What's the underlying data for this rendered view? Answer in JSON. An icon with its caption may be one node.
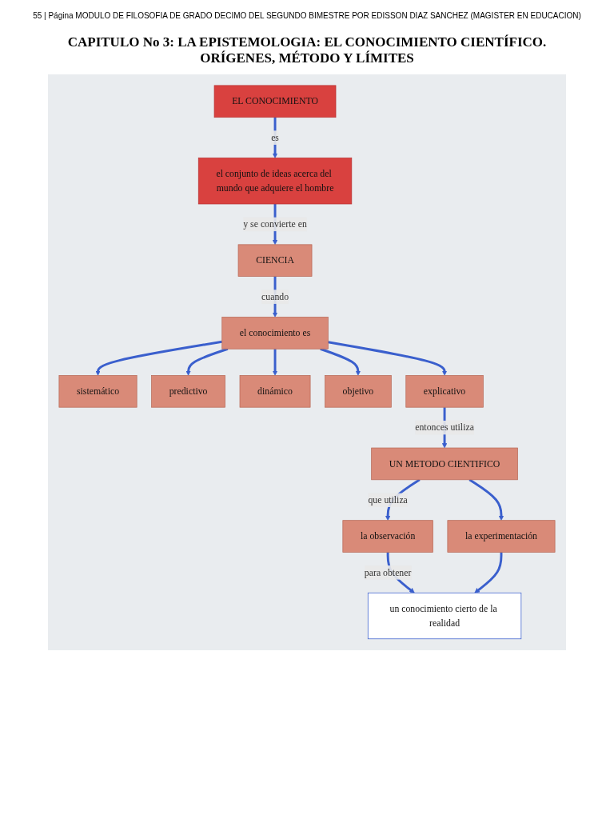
{
  "diagram": {
    "title": "CAPITULO No 3: LA EPISTEMOLOGIA: EL CONOCIMIENTO CIENTÍFICO. ORÍGENES, MÉTODO Y LÍMITES",
    "nodes": [
      {
        "text": [
          "EL CONOCIMIENTO"
        ]
      },
      {
        "text": [
          "el conjunto de ideas acerca del mundo que adquiere el hombre"
        ]
      },
      {
        "text": [
          "CIENCIA"
        ]
      },
      {
        "text": [
          "el conocimiento es"
        ]
      },
      {
        "text": [
          "sistemático"
        ]
      },
      {
        "text": [
          "predictivo"
        ]
      },
      {
        "text": [
          "dinámico"
        ]
      },
      {
        "text": [
          "objetivo"
        ]
      },
      {
        "text": [
          "explicativo"
        ]
      },
      {
        "text": [
          "UN METODO CIENTIFICO"
        ]
      },
      {
        "text": [
          "la observación"
        ]
      },
      {
        "text": [
          "la experimentación"
        ]
      },
      {
        "text": [
          "un conocimiento cierto de la realidad"
        ]
      }
    ],
    "edges": [
      {
        "from": 0,
        "to": 1,
        "arrow": "to",
        "label": "es"
      },
      {
        "from": 1,
        "to": 2,
        "arrow": "to",
        "label": "y se convierte en"
      },
      {
        "from": 2,
        "to": 3,
        "arrow": "to",
        "label": "cuando"
      },
      {
        "from": 3,
        "to": 4,
        "arrow": "to"
      },
      {
        "from": 3,
        "to": 5,
        "arrow": "to"
      },
      {
        "from": 3,
        "to": 6,
        "arrow": "to"
      },
      {
        "from": 3,
        "to": 7,
        "arrow": "to"
      },
      {
        "from": 3,
        "to": 8,
        "arrow": "to"
      },
      {
        "from": 8,
        "to": 9,
        "arrow": "to",
        "label": "entonces utiliza"
      },
      {
        "from": 9,
        "to": 10,
        "arrow": "to",
        "label": "que utiliza"
      },
      {
        "from": 9,
        "to": 11,
        "arrow": "to"
      },
      {
        "from": 10,
        "to": 12,
        "arrow": "to",
        "label": "para obtener"
      },
      {
        "from": 11,
        "to": 12,
        "arrow": "to"
      }
    ],
    "labels": [
      "55 | Página MODULO DE FILOSOFIA DE GRADO DECIMO DEL SEGUNDO BIMESTRE POR EDISSON DIAZ SANCHEZ (MAGISTER EN EDUCACION)"
    ]
  }
}
